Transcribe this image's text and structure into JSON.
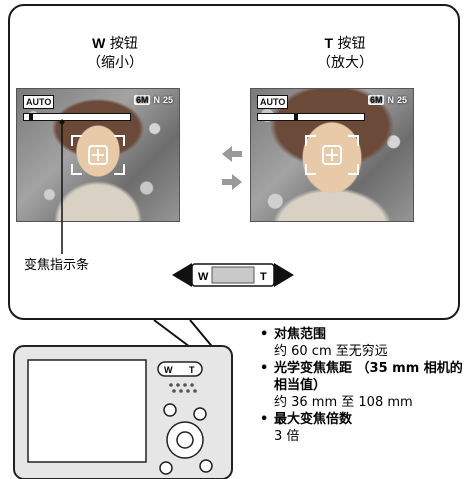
{
  "left_caption": {
    "title_bold": "W",
    "title_rest": " 按钮",
    "subtitle": "（缩小）"
  },
  "right_caption": {
    "title_bold": "T",
    "title_rest": " 按钮",
    "subtitle": "（放大）"
  },
  "osd": {
    "mode": "AUTO",
    "size": "6M",
    "quality": "N",
    "frames": "25"
  },
  "zoom_indicator_label": "变焦指示条",
  "zoom_switch": {
    "w_label": "W",
    "t_label": "T"
  },
  "specs": [
    {
      "heading": "对焦范围",
      "value": "约 60 cm 至无穷远"
    },
    {
      "heading": "光学变焦焦距 （35 mm 相机的相当值）",
      "value": "约 36 mm 至 108 mm"
    },
    {
      "heading": "最大变焦倍数",
      "value": "3 倍"
    }
  ],
  "bullet_char": "•",
  "zoom_levels": {
    "wide": 0.05,
    "tele": 0.35
  }
}
